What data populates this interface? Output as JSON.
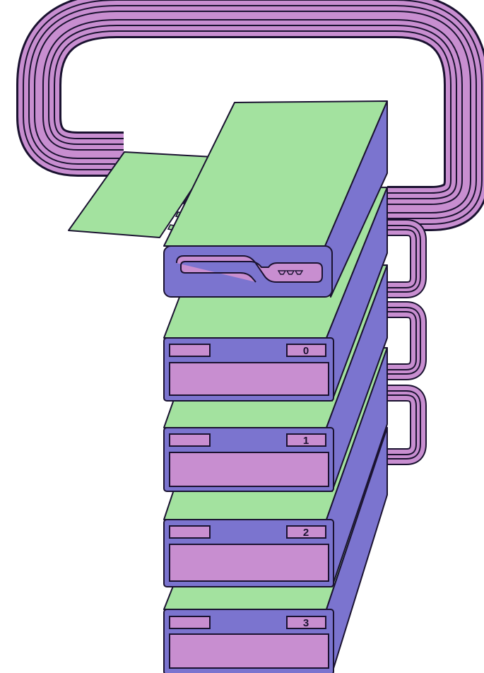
{
  "drives": [
    {
      "number": "0"
    },
    {
      "number": "1"
    },
    {
      "number": "2"
    },
    {
      "number": "3"
    }
  ],
  "colors": {
    "drive_top": "#a3e29f",
    "drive_side": "#7b74cf",
    "drive_front": "#7b74cf",
    "drive_panel": "#c88ed0",
    "cable": "#c88ed0",
    "outline": "#1a1230",
    "background": "#ffffff"
  },
  "icons": {
    "controller": "controller-card-icon",
    "cable": "ribbon-cable-icon",
    "host": "host-unit-icon",
    "drive": "disk-drive-icon"
  }
}
